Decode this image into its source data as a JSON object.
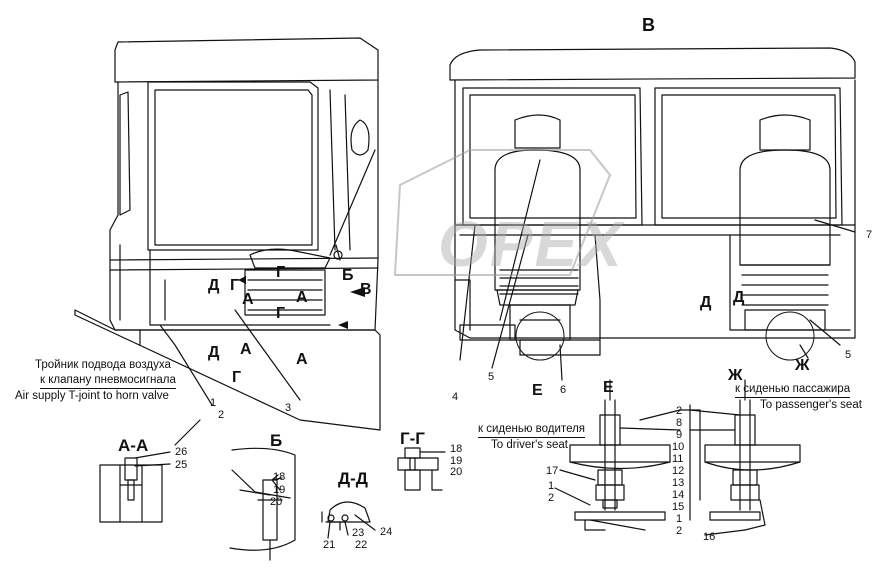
{
  "views": {
    "main_b": "В",
    "e": "Е",
    "zh": "Ж"
  },
  "markers": {
    "d": "Д",
    "g": "Г",
    "a": "А",
    "b": "Б",
    "v": "В"
  },
  "sections": {
    "aa": "А-А",
    "b": "Б",
    "gg": "Г-Г",
    "dd": "Д-Д"
  },
  "captions": {
    "tee_ru_1": "Тройник подвода воздуха",
    "tee_ru_2": "к клапану пневмосигнала",
    "tee_en": "Air supply T-joint to horn valve",
    "driver_ru": "к сиденью водителя",
    "driver_en": "To driver's seat",
    "passenger_ru": "к сиденью пассажира",
    "passenger_en": "To passenger's seat"
  },
  "callouts": {
    "n1": "1",
    "n2": "2",
    "n3": "3",
    "n4": "4",
    "n5": "5",
    "n6": "6",
    "n7": "7",
    "n8": "8",
    "n9": "9",
    "n10": "10",
    "n11": "11",
    "n12": "12",
    "n13": "13",
    "n14": "14",
    "n15": "15",
    "n16": "16",
    "n17": "17",
    "n18": "18",
    "n19": "19",
    "n20": "20",
    "n21": "21",
    "n22": "22",
    "n23": "23",
    "n24": "24",
    "n25": "25",
    "n26": "26"
  },
  "watermark": "OPEX"
}
